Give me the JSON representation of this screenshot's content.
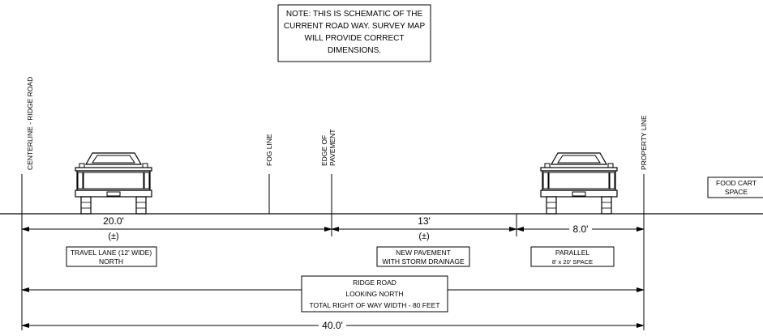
{
  "note": {
    "lines": [
      "NOTE:  THIS IS SCHEMATIC OF THE",
      "CURRENT ROAD WAY.  SURVEY MAP",
      "WILL PROVIDE CORRECT",
      "DIMENSIONS."
    ]
  },
  "vertical_labels": {
    "centerline": "CENTERLINE - RIDGE ROAD",
    "fog_line": "FOG LINE",
    "edge_line1": "EDGE OF",
    "edge_line2": "PAVEMENT",
    "property_line": "PROPERTY LINE"
  },
  "food_cart": {
    "line1": "FOOD CART",
    "line2": "SPACE"
  },
  "dimensions": {
    "travel": {
      "value": "20.0'",
      "tolerance": "(±)"
    },
    "new_pavement": {
      "value": "13'",
      "tolerance": "(±)"
    },
    "parallel": {
      "value": "8.0'"
    },
    "total": {
      "value": "40.0'"
    }
  },
  "boxes": {
    "travel_lane": {
      "line1": "TRAVEL LANE (12' WIDE)",
      "line2": "NORTH"
    },
    "new_pavement": {
      "line1": "NEW PAVEMENT",
      "line2": "WITH STORM DRAINAGE"
    },
    "parallel": {
      "line1": "PARALLEL",
      "line2": "8' x 20' SPACE"
    },
    "ridge_road": {
      "line1": "RIDGE ROAD",
      "line2": "LOOKING NORTH",
      "line3": "TOTAL RIGHT OF WAY WIDTH - 80 FEET"
    }
  }
}
